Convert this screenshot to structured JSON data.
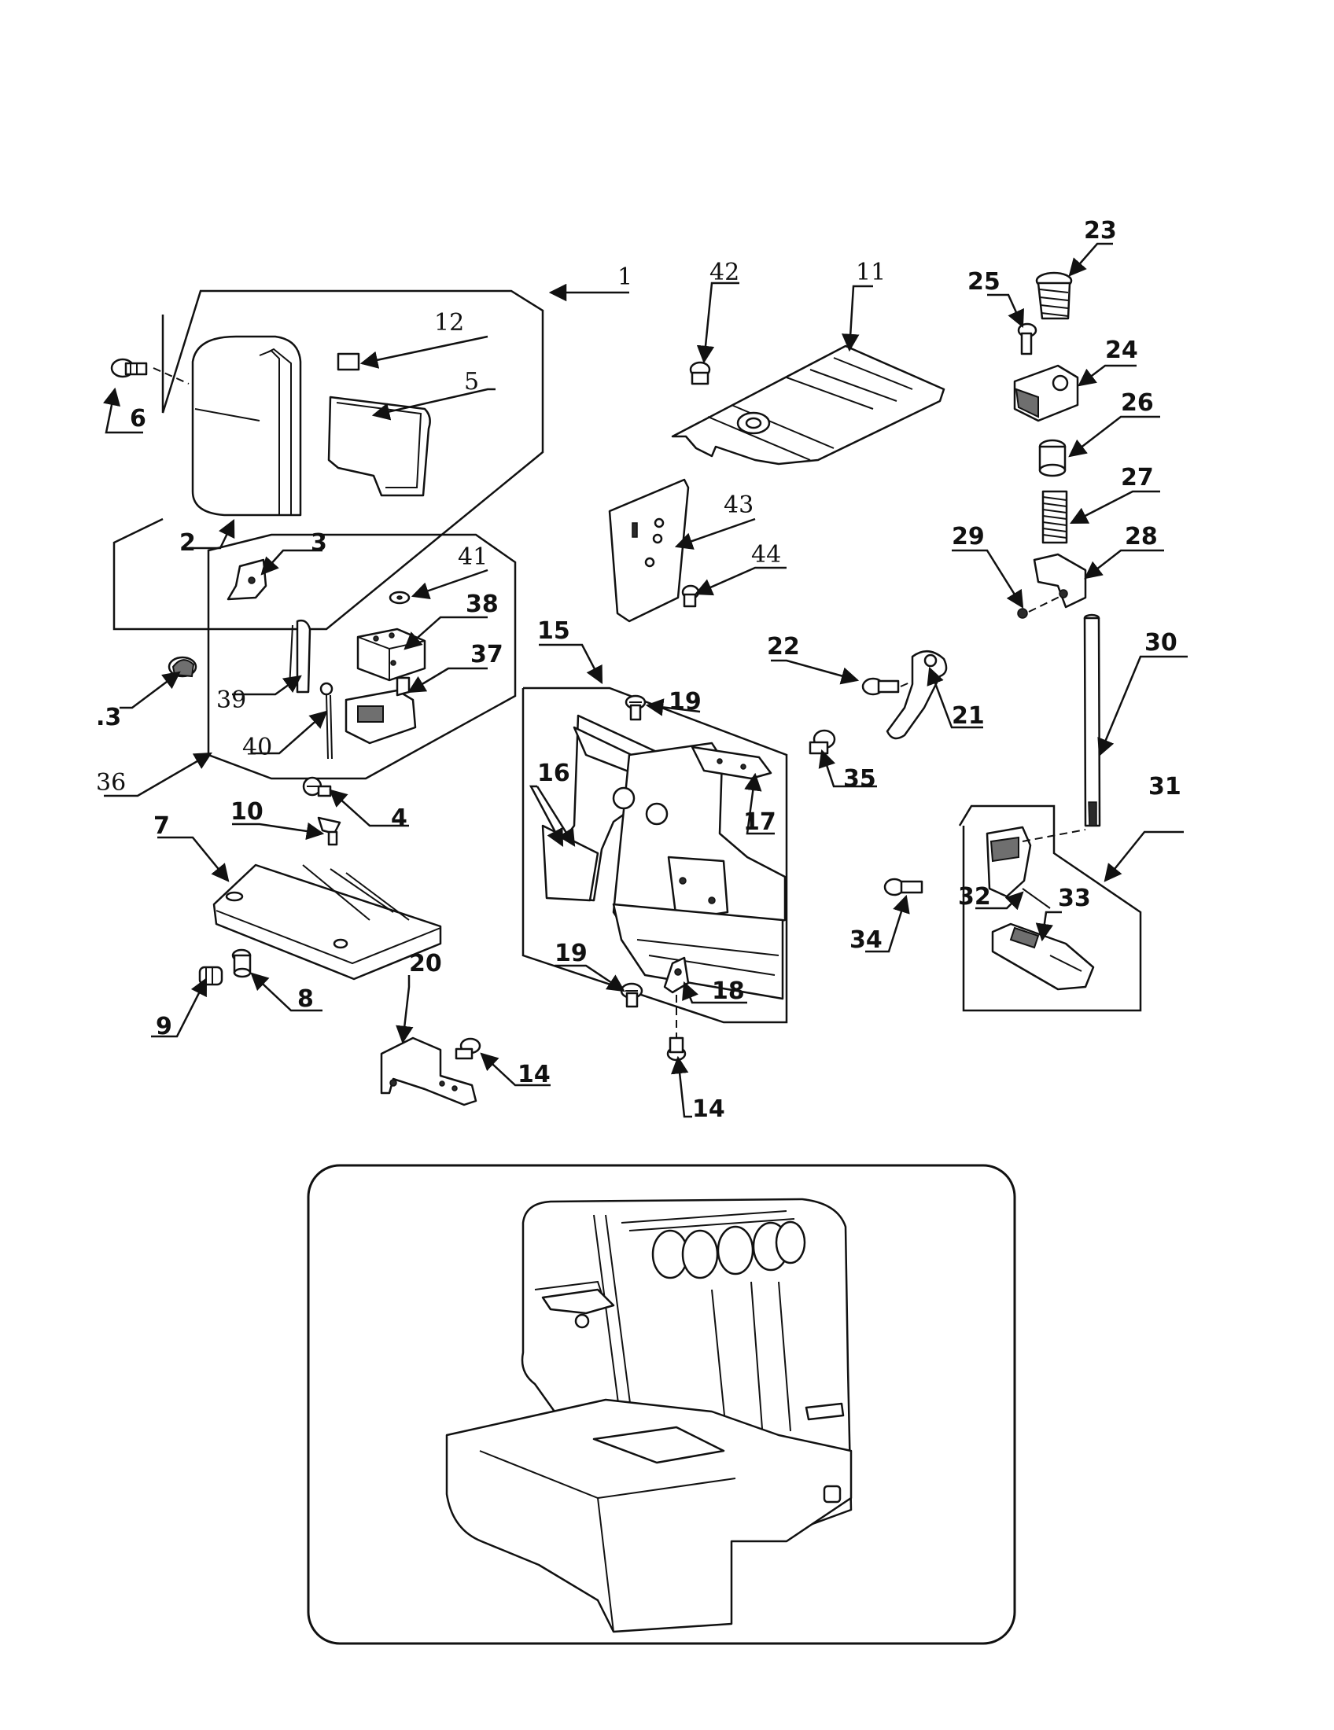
{
  "callouts": {
    "c1": "1",
    "c2": "2",
    "c3": "3",
    "c3b": ".3",
    "c4": "4",
    "c5": "5",
    "c6": "6",
    "c7": "7",
    "c8": "8",
    "c9": "9",
    "c10": "10",
    "c11": "11",
    "c12": "12",
    "c14a": "14",
    "c14b": "14",
    "c15": "15",
    "c16": "16",
    "c17": "17",
    "c18": "18",
    "c19a": "19",
    "c19b": "19",
    "c20": "20",
    "c21": "21",
    "c22": "22",
    "c23": "23",
    "c24": "24",
    "c25": "25",
    "c26": "26",
    "c27": "27",
    "c28": "28",
    "c29": "29",
    "c30": "30",
    "c31": "31",
    "c32": "32",
    "c33": "33",
    "c34": "34",
    "c35": "35",
    "c36": "36",
    "c37": "37",
    "c38": "38",
    "c39": "39",
    "c40": "40",
    "c41": "41",
    "c42": "42",
    "c43": "43",
    "c44": "44"
  }
}
